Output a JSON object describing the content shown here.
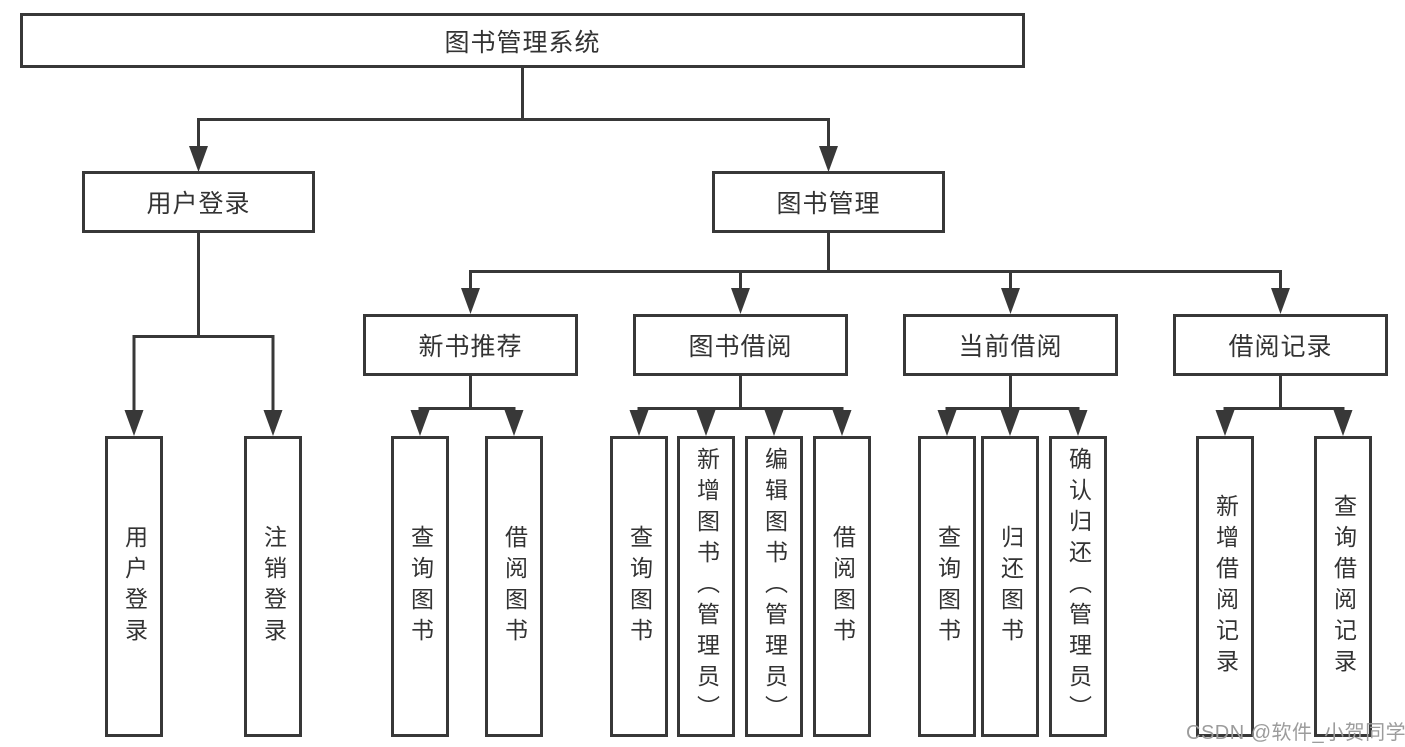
{
  "colors": {
    "line": "#383838",
    "text": "#333333",
    "background": "#ffffff",
    "watermark": "#9c9c9c"
  },
  "watermark": {
    "text": "CSDN @软件_小贺同学"
  },
  "tree": {
    "root": {
      "label": "图书管理系统"
    },
    "user_login": {
      "label": "用户登录",
      "children": [
        {
          "label": "用户登录"
        },
        {
          "label": "注销登录"
        }
      ]
    },
    "book_mgmt": {
      "label": "图书管理",
      "children": [
        {
          "label": "新书推荐",
          "children": [
            {
              "label": "查询图书"
            },
            {
              "label": "借阅图书"
            }
          ]
        },
        {
          "label": "图书借阅",
          "children": [
            {
              "label": "查询图书"
            },
            {
              "label": "新增图书（管理员）"
            },
            {
              "label": "编辑图书（管理员）"
            },
            {
              "label": "借阅图书"
            }
          ]
        },
        {
          "label": "当前借阅",
          "children": [
            {
              "label": "查询图书"
            },
            {
              "label": "归还图书"
            },
            {
              "label": "确认归还（管理员）"
            }
          ]
        },
        {
          "label": "借阅记录",
          "children": [
            {
              "label": "新增借阅记录"
            },
            {
              "label": "查询借阅记录"
            }
          ]
        }
      ]
    }
  }
}
